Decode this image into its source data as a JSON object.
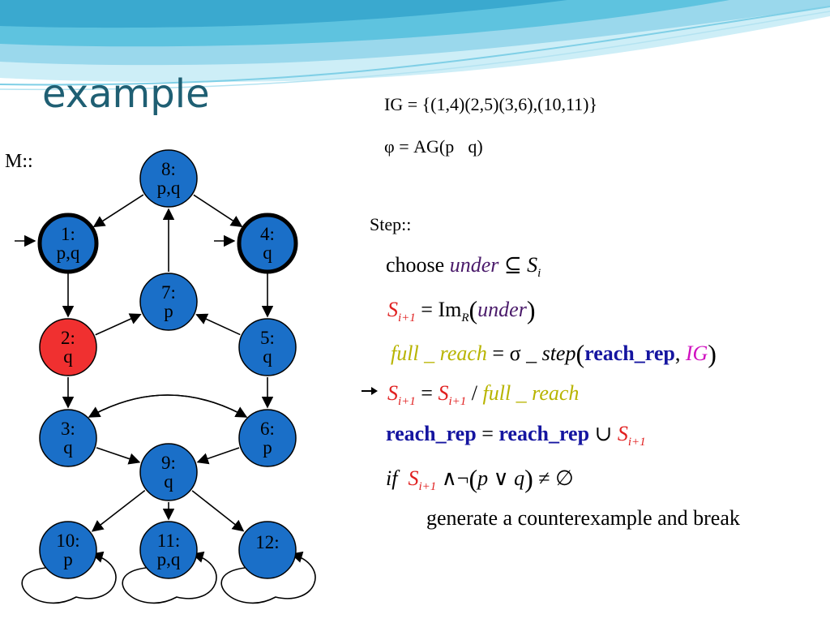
{
  "slide": {
    "title": "example",
    "ig": "IG = {(1,4)(2,5)(3,6),(10,11)}",
    "phi": "φ = AG(pq)",
    "step": "Step::",
    "m_label": "M::",
    "colors": {
      "title": "#1f5f73",
      "node_blue": "#1a6fc8",
      "node_red": "#f03030",
      "wave": "#5ec3df"
    }
  },
  "graph": {
    "nodes": [
      {
        "id": "8",
        "label1": "8:",
        "label2": "p,q",
        "color": "blue",
        "initial": false,
        "bold": false
      },
      {
        "id": "1",
        "label1": "1:",
        "label2": "p,q",
        "color": "blue",
        "initial": true,
        "bold": true
      },
      {
        "id": "4",
        "label1": "4:",
        "label2": "q",
        "color": "blue",
        "initial": true,
        "bold": true
      },
      {
        "id": "7",
        "label1": "7:",
        "label2": "p",
        "color": "blue",
        "initial": false,
        "bold": false
      },
      {
        "id": "2",
        "label1": "2:",
        "label2": "q",
        "color": "red",
        "initial": false,
        "bold": false
      },
      {
        "id": "5",
        "label1": "5:",
        "label2": "q",
        "color": "blue",
        "initial": false,
        "bold": false
      },
      {
        "id": "3",
        "label1": "3:",
        "label2": "q",
        "color": "blue",
        "initial": false,
        "bold": false
      },
      {
        "id": "6",
        "label1": "6:",
        "label2": "p",
        "color": "blue",
        "initial": false,
        "bold": false
      },
      {
        "id": "9",
        "label1": "9:",
        "label2": "q",
        "color": "blue",
        "initial": false,
        "bold": false
      },
      {
        "id": "10",
        "label1": "10:",
        "label2": "p",
        "color": "blue",
        "initial": false,
        "bold": false
      },
      {
        "id": "11",
        "label1": "11:",
        "label2": "p,q",
        "color": "blue",
        "initial": false,
        "bold": false
      },
      {
        "id": "12",
        "label1": "12:",
        "label2": "",
        "color": "blue",
        "initial": false,
        "bold": false
      }
    ],
    "edges": [
      {
        "from": "8",
        "to": "1"
      },
      {
        "from": "8",
        "to": "4"
      },
      {
        "from": "7",
        "to": "8"
      },
      {
        "from": "1",
        "to": "2"
      },
      {
        "from": "2",
        "to": "7"
      },
      {
        "from": "5",
        "to": "7"
      },
      {
        "from": "4",
        "to": "5"
      },
      {
        "from": "2",
        "to": "3"
      },
      {
        "from": "5",
        "to": "6"
      },
      {
        "from": "3",
        "to": "9"
      },
      {
        "from": "6",
        "to": "9"
      },
      {
        "from": "3",
        "to": "6",
        "curved": true
      },
      {
        "from": "6",
        "to": "3",
        "curved": true
      },
      {
        "from": "9",
        "to": "10"
      },
      {
        "from": "9",
        "to": "11"
      },
      {
        "from": "9",
        "to": "12"
      },
      {
        "from": "10",
        "to": "10",
        "self": true
      },
      {
        "from": "11",
        "to": "11",
        "self": true
      },
      {
        "from": "12",
        "to": "12",
        "self": true
      }
    ]
  },
  "algorithm": {
    "line1": {
      "text": "choose ",
      "under": "under",
      "subset": " ⊆ ",
      "S": "S",
      "sub": "i"
    },
    "line2": {
      "S": "S",
      "sub": "i+1",
      "eq": " = Im",
      "R": "R",
      "under": "under"
    },
    "line3": {
      "full": "full _ reach",
      "eq": " = σ _ ",
      "step": "step",
      "rr": "reach_rep",
      "comma": ", ",
      "ig": "IG"
    },
    "line4": {
      "S": "S",
      "sub": "i+1",
      "eq": " = ",
      "S2": "S",
      "sub2": "i+1",
      "slash": " / ",
      "full": "full _ reach"
    },
    "line5": {
      "rr": "reach_rep",
      "eq": " = ",
      "rr2": "reach_rep",
      "cup": " ∪ ",
      "S": "S",
      "sub": "i+1"
    },
    "line6": {
      "if": "if",
      "S": "S",
      "sub": "i+1",
      "and": " ∧¬",
      "pq": "p ∨ q",
      "neq": " ≠ ∅"
    },
    "line7": "generate a counterexample and break"
  }
}
